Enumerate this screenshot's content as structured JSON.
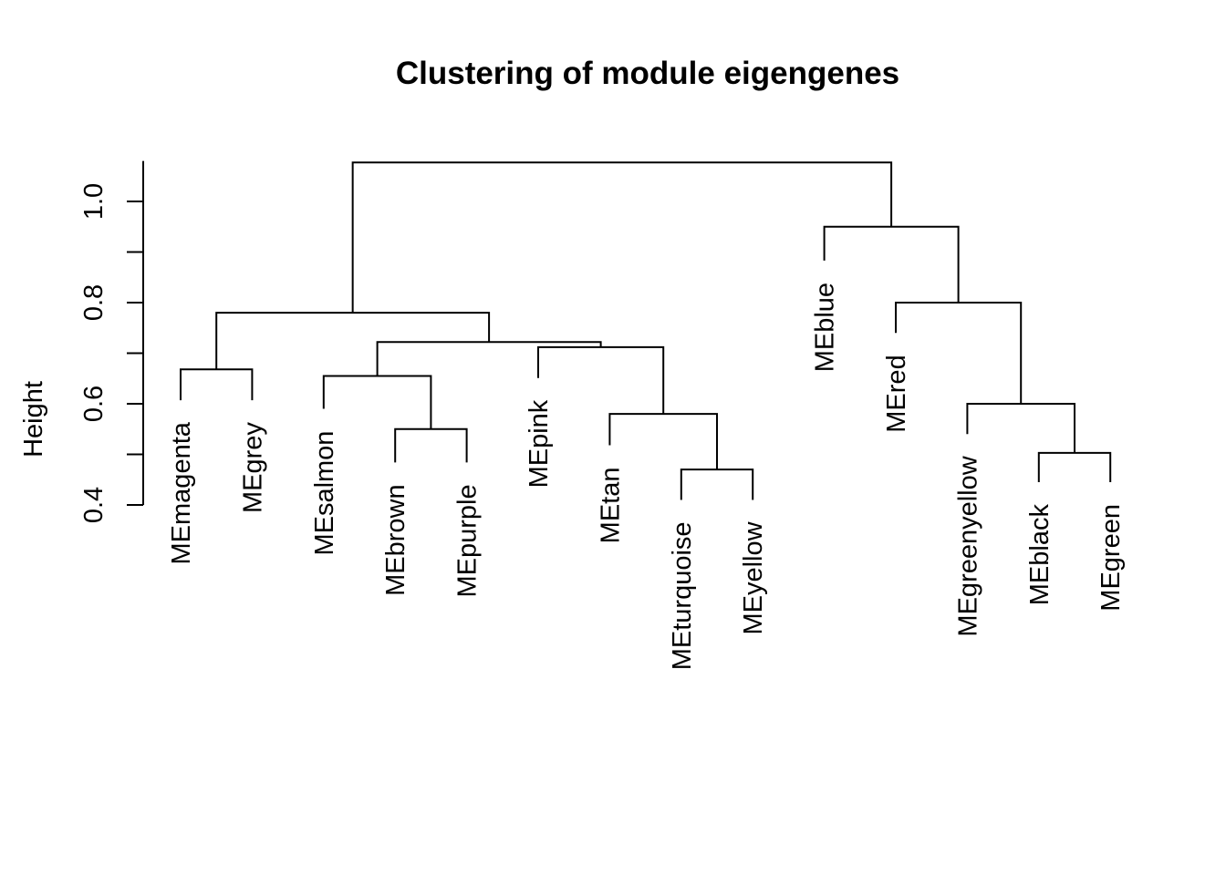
{
  "chart_data": {
    "type": "dendrogram",
    "title": "Clustering of module eigengenes",
    "ylabel": "Height",
    "xlabel": "",
    "ylim": [
      0.4,
      1.08
    ],
    "yticks": [
      0.4,
      0.5,
      0.6,
      0.7,
      0.8,
      0.9,
      1.0
    ],
    "ytick_labels": [
      "0.4",
      "0.6",
      "0.8",
      "1.0"
    ],
    "leaves": [
      "MEmagenta",
      "MEgrey",
      "MEsalmon",
      "MEbrown",
      "MEpurple",
      "MEpink",
      "MEtan",
      "MEturquoise",
      "MEyellow",
      "MEblue",
      "MEred",
      "MEgreenyellow",
      "MEblack",
      "MEgreen"
    ],
    "merges": [
      {
        "id": "m1",
        "left": "MEmagenta",
        "right": "MEgrey",
        "height": 0.668
      },
      {
        "id": "m2",
        "left": "MEbrown",
        "right": "MEpurple",
        "height": 0.55
      },
      {
        "id": "m3",
        "left": "MEsalmon",
        "right": "m2",
        "height": 0.655
      },
      {
        "id": "m4",
        "left": "MEturquoise",
        "right": "MEyellow",
        "height": 0.47
      },
      {
        "id": "m5",
        "left": "MEtan",
        "right": "m4",
        "height": 0.58
      },
      {
        "id": "m6",
        "left": "MEpink",
        "right": "m5",
        "height": 0.712
      },
      {
        "id": "m7",
        "left": "m3",
        "right": "m6",
        "height": 0.722
      },
      {
        "id": "m8",
        "left": "m1",
        "right": "m7",
        "height": 0.78
      },
      {
        "id": "m9",
        "left": "MEblack",
        "right": "MEgreen",
        "height": 0.503
      },
      {
        "id": "m10",
        "left": "MEgreenyellow",
        "right": "m9",
        "height": 0.6
      },
      {
        "id": "m11",
        "left": "MEred",
        "right": "m10",
        "height": 0.8
      },
      {
        "id": "m12",
        "left": "MEblue",
        "right": "m11",
        "height": 0.95
      },
      {
        "id": "m13",
        "left": "m8",
        "right": "m12",
        "height": 1.077
      }
    ],
    "leaf_heights": {
      "MEmagenta": 0.607,
      "MEgrey": 0.607,
      "MEsalmon": 0.59,
      "MEbrown": 0.484,
      "MEpurple": 0.484,
      "MEpink": 0.651,
      "MEtan": 0.518,
      "MEturquoise": 0.41,
      "MEyellow": 0.41,
      "MEblue": 0.883,
      "MEred": 0.74,
      "MEgreenyellow": 0.54,
      "MEblack": 0.445,
      "MEgreen": 0.445
    }
  }
}
